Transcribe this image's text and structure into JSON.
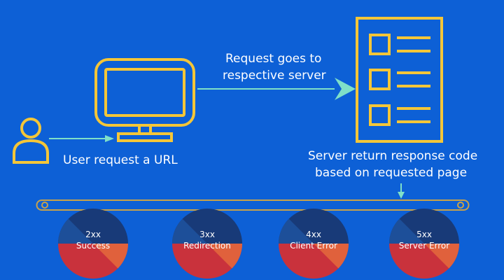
{
  "flow": {
    "user_label": "User request a URL",
    "request_label_line1": "Request goes to",
    "request_label_line2": "respective server",
    "response_label_line1": "Server return response code",
    "response_label_line2": "based on requested page"
  },
  "codes": [
    {
      "code": "2xx",
      "name": "Success"
    },
    {
      "code": "3xx",
      "name": "Redirection"
    },
    {
      "code": "4xx",
      "name": "Client Error"
    },
    {
      "code": "5xx",
      "name": "Server Error"
    }
  ],
  "colors": {
    "background": "#0d60d6",
    "icon_outline": "#f4c638",
    "arrow": "#7fe0c8",
    "scroll_line": "#c8a24a",
    "circle_top": "#183a78",
    "circle_top_left": "#1d4f99",
    "circle_bottom": "#c9323c",
    "circle_bottom_right": "#e0613c"
  }
}
